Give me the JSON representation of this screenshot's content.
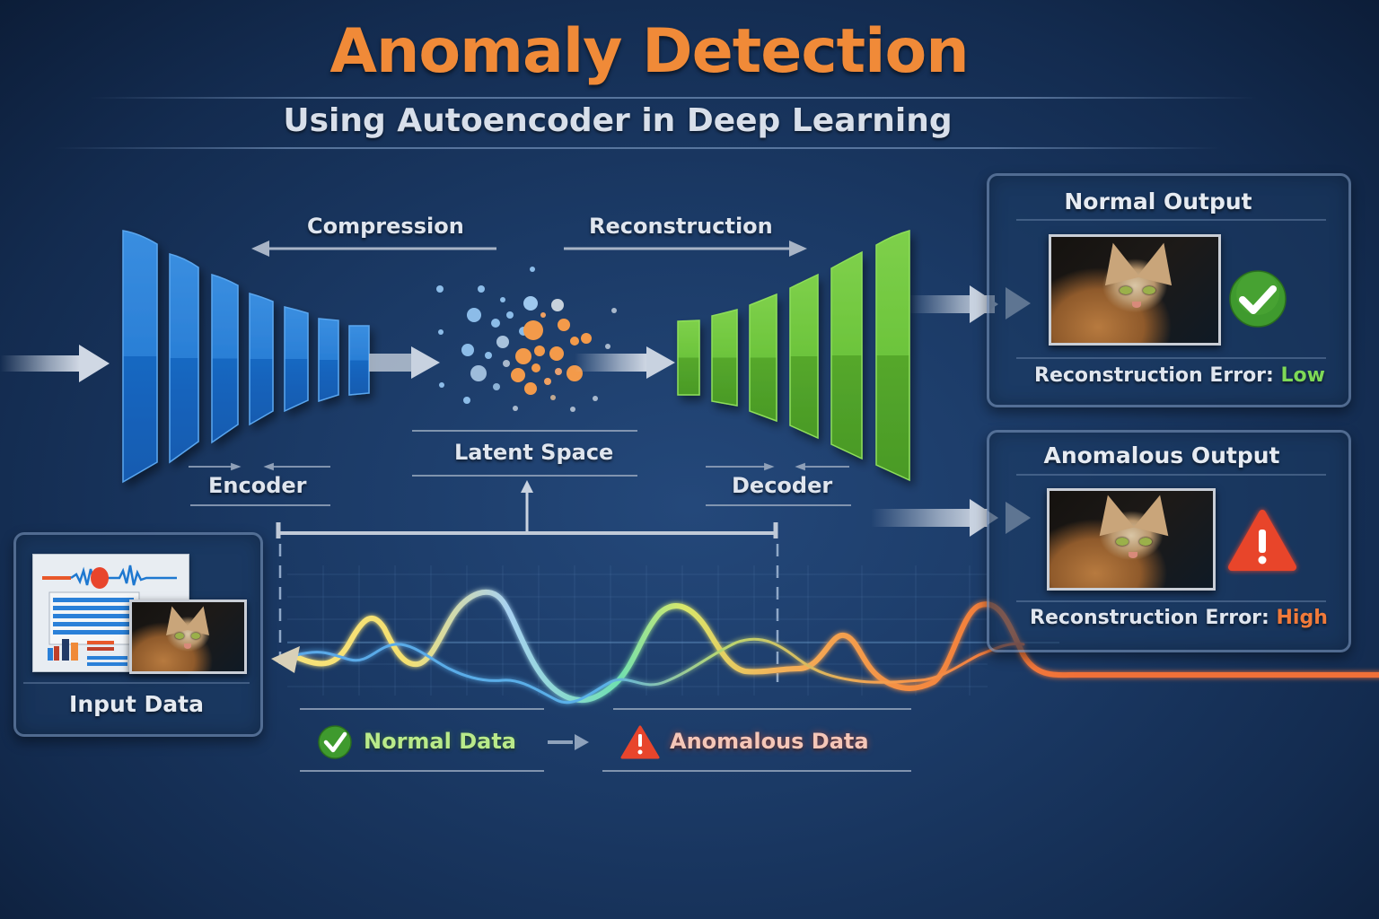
{
  "header": {
    "title": "Anomaly Detection",
    "subtitle": "Using Autoencoder in Deep Learning"
  },
  "flow": {
    "compression_label": "Compression",
    "reconstruction_label": "Reconstruction",
    "encoder_label": "Encoder",
    "latent_label": "Latent Space",
    "decoder_label": "Decoder"
  },
  "input_panel": {
    "title": "Input Data",
    "thumbnail_icon": "dashboard-charts-and-cat-photo"
  },
  "normal_panel": {
    "title": "Normal Output",
    "status_icon": "check-circle-icon",
    "error_label": "Reconstruction Error:",
    "error_value": "Low"
  },
  "anomalous_panel": {
    "title": "Anomalous Output",
    "status_icon": "warning-triangle-icon",
    "error_label": "Reconstruction Error:",
    "error_value": "High"
  },
  "legend": {
    "normal_label": "Normal Data",
    "normal_icon": "check-circle-icon",
    "anomalous_label": "Anomalous Data",
    "anomalous_icon": "warning-triangle-icon"
  },
  "colors": {
    "title_orange": "#f08a38",
    "encoder_blue": "#1e72c8",
    "decoder_green": "#5ab432",
    "latent_orange": "#f39a4a",
    "latent_blue": "#8cbce8",
    "ok_green": "#7ed957",
    "alert_orange": "#f07a3a",
    "alert_red": "#e8452c",
    "background": "#1b3a66"
  }
}
